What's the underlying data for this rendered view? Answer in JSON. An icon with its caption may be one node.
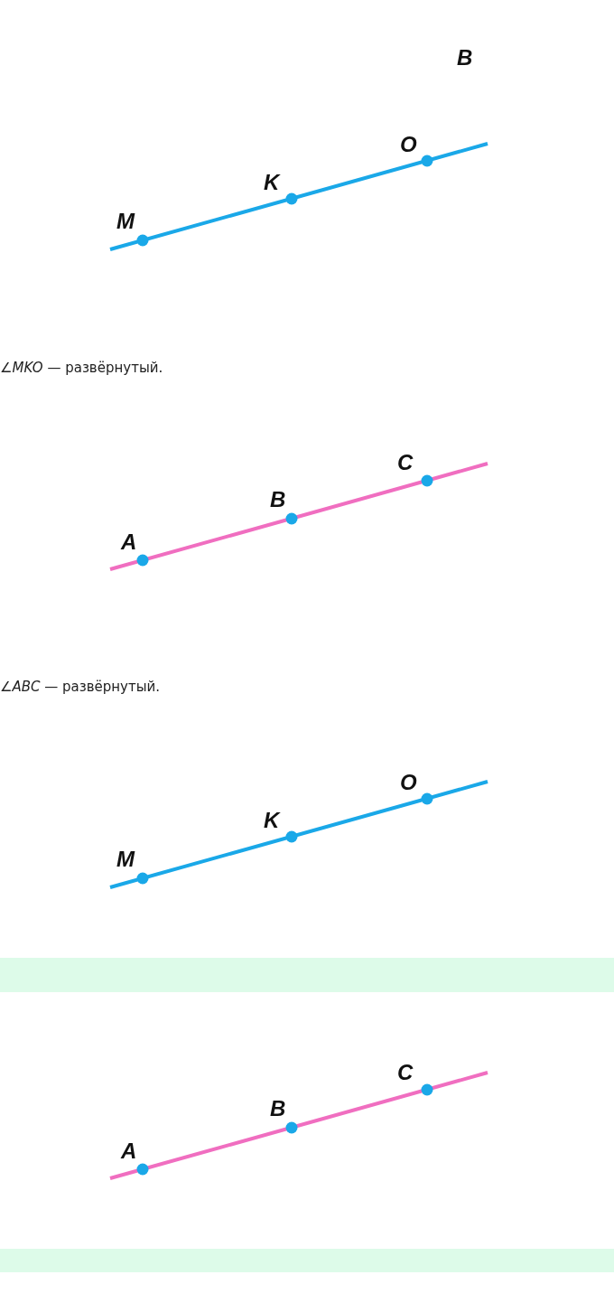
{
  "diagram": {
    "labels": [
      "B",
      "O",
      "K",
      "M",
      "∠*MKO* — развёрнутый.",
      "C",
      "B",
      "A",
      "∠*ABC* — развёрнутый.",
      "O",
      "K",
      "M",
      "C",
      "B",
      "A"
    ]
  }
}
